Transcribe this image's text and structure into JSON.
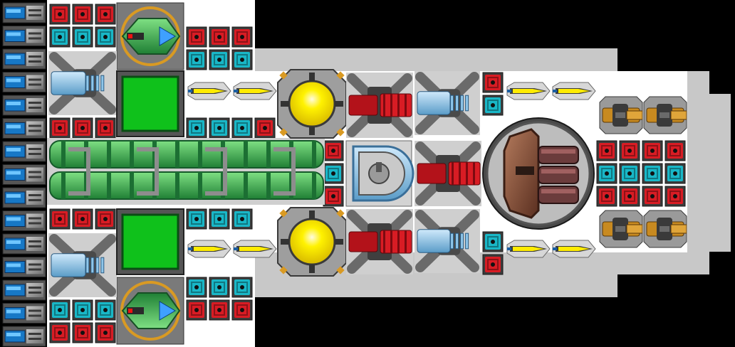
{
  "scene": {
    "type": "ship-builder-grid",
    "background": "#000000",
    "hull_colors": {
      "light": "#c8c8c8",
      "white": "#ffffff",
      "metal": "#8a8a8a",
      "dark": "#3a3a3a"
    }
  },
  "palette": {
    "red_block": "#d81c24",
    "cyan_block": "#19b7c7",
    "green": "#2ea84a",
    "green_light": "#67d36b",
    "yellow": "#ffec00",
    "blue_light": "#8fc6ea",
    "bronze": "#7a4b35",
    "orange": "#d99a23"
  },
  "modules": {
    "thrusters": {
      "icon": "thruster-icon",
      "count": 15
    },
    "red_blocks": {
      "icon": "red-block-icon"
    },
    "cyan_blocks": {
      "icon": "cyan-block-icon"
    },
    "cockpits": {
      "icon": "cockpit-icon",
      "count": 2
    },
    "ion_engines": {
      "icon": "ion-engine-icon",
      "count": 4
    },
    "green_panels": {
      "icon": "green-panel-icon",
      "count": 2
    },
    "pipes": {
      "icon": "green-pipe-icon",
      "count": 1
    },
    "yellow_missiles": {
      "icon": "yellow-missile-icon",
      "count": 8
    },
    "reactors": {
      "icon": "reactor-icon",
      "count": 2
    },
    "red_engines": {
      "icon": "red-engine-icon",
      "count": 3
    },
    "shield_dome": {
      "icon": "shield-dome-icon",
      "count": 1
    },
    "main_cannon": {
      "icon": "heavy-cannon-icon",
      "count": 1
    },
    "orange_guns": {
      "icon": "orange-gun-icon",
      "count": 4
    }
  }
}
